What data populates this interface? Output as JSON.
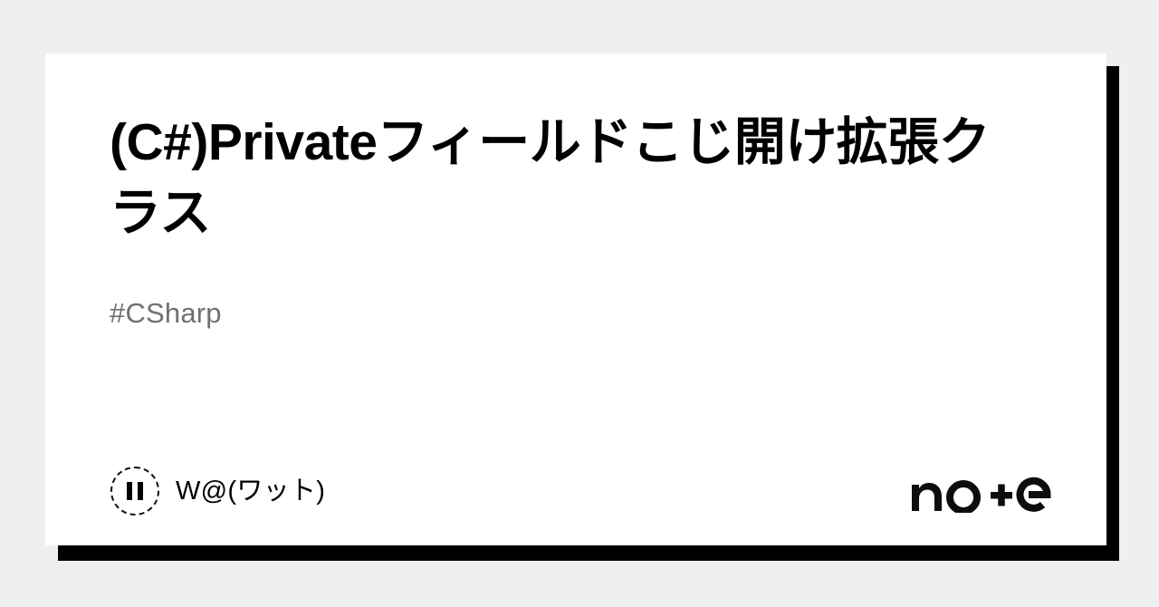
{
  "page": {
    "background_color": "#efefef",
    "card_background": "#ffffff",
    "shadow_color": "#000000"
  },
  "article": {
    "title": "(C#)Privateフィールドこじ開け拡張クラス",
    "title_color": "#000000",
    "hashtag": "#CSharp",
    "hashtag_color": "#707070"
  },
  "author": {
    "name": "W@(ワット)",
    "avatar_icon": "pause-bars-dashed-circle-icon",
    "name_color": "#000000"
  },
  "branding": {
    "logo_text": "note",
    "logo_icon": "note-logo",
    "logo_color": "#0d0d0d"
  }
}
